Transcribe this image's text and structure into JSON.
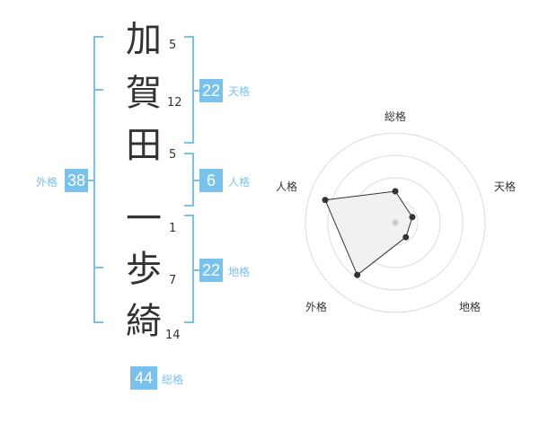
{
  "name": {
    "chars": [
      {
        "char": "加",
        "strokes": "5"
      },
      {
        "char": "賀",
        "strokes": "12"
      },
      {
        "char": "田",
        "strokes": "5"
      },
      {
        "char": "一",
        "strokes": "1"
      },
      {
        "char": "歩",
        "strokes": "7"
      },
      {
        "char": "綺",
        "strokes": "14"
      }
    ]
  },
  "kakusu": {
    "tenkaku": {
      "label": "天格",
      "value": "22"
    },
    "jinkaku": {
      "label": "人格",
      "value": "6"
    },
    "chikaku": {
      "label": "地格",
      "value": "22"
    },
    "gaikaku": {
      "label": "外格",
      "value": "38"
    },
    "soukaku": {
      "label": "総格",
      "value": "44"
    }
  },
  "colors": {
    "accent": "#7ac2ee",
    "text": "#333333",
    "ring": "#dddddd",
    "fill": "#eeeeee"
  },
  "chart_data": {
    "type": "radar",
    "axes": [
      "総格",
      "天格",
      "地格",
      "外格",
      "人格"
    ],
    "values": [
      0.35,
      0.2,
      0.2,
      0.72,
      0.82
    ],
    "range": [
      0,
      1
    ],
    "rings": 4
  }
}
